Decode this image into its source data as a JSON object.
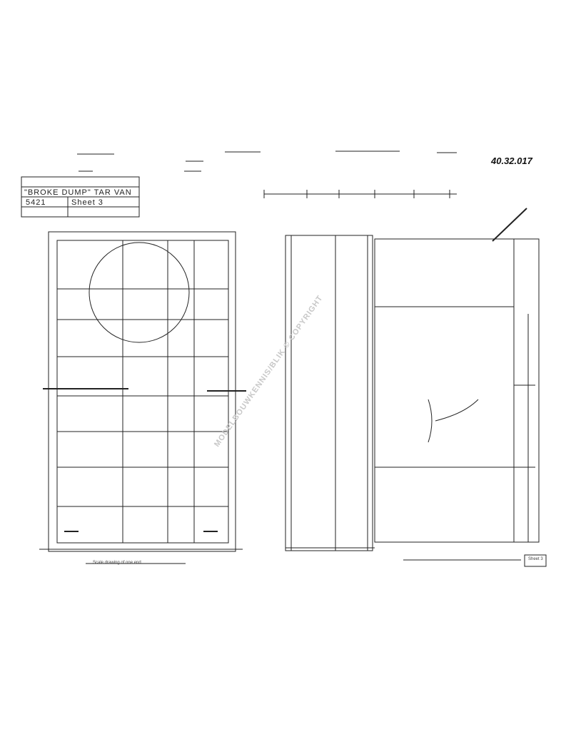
{
  "drawing": {
    "reference": "40.32.017",
    "title_line": "\"BROKE DUMP\" TAR VAN",
    "box_a": "5421",
    "box_b": "Sheet 3",
    "footer_left": "Scale drawing of one end",
    "footer_right": "Sheet 3",
    "watermark": "MODELBOUWKENNIS/BLIK © COPYRIGHT"
  },
  "colors": {
    "line": "#222222",
    "paper": "#ffffff",
    "watermark": "#c8c8c8"
  }
}
